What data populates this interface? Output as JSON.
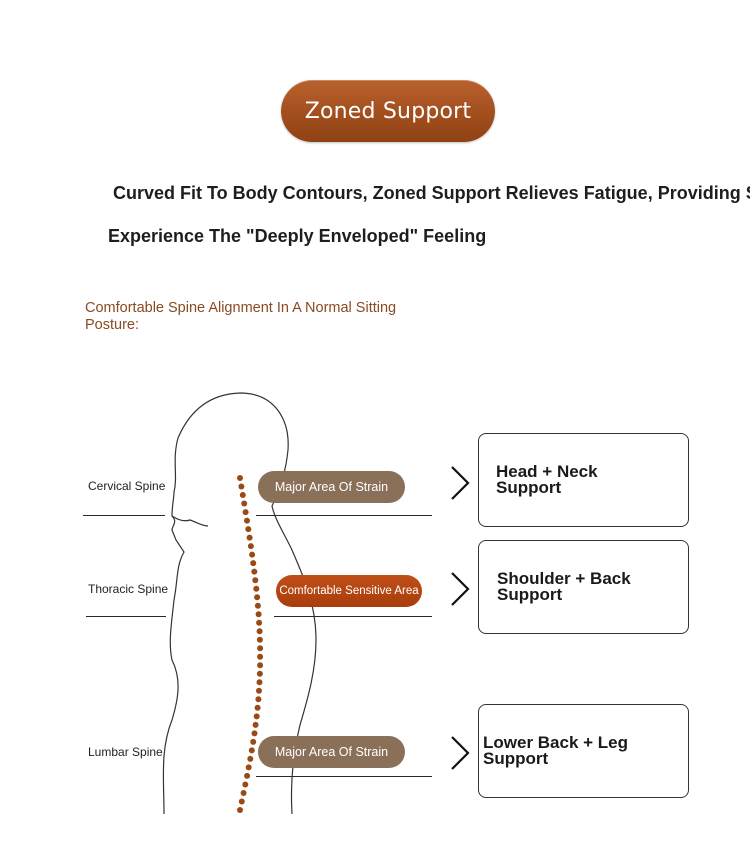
{
  "title": "Zoned Support",
  "subtitle_line1": "Curved Fit To Body Contours, Zoned Support Relieves Fatigue, Providing So",
  "subtitle_line2": "Experience The \"Deeply Enveloped\" Feeling",
  "posture_note": "Comfortable Spine Alignment In A Normal Sitting Posture:",
  "spine_labels": {
    "cervical": "Cervical Spine",
    "thoracic": "Thoracic Spine",
    "lumbar": "Lumbar Spine"
  },
  "tags": {
    "cervical": "Major Area Of Strain",
    "thoracic": "Comfortable Sensitive Area",
    "lumbar": "Major Area Of Strain"
  },
  "supports": {
    "head_neck": "Head + Neck Support",
    "shoulder_back": "Shoulder + Back Support",
    "lower_back_leg": "Lower Back + Leg Support"
  },
  "colors": {
    "title_pill": "#a24e1d",
    "strain_tag": "#8b7059",
    "sensitive_tag": "#b4460f",
    "spine_dots": "#9a4a17",
    "note_text": "#8a4a22"
  }
}
